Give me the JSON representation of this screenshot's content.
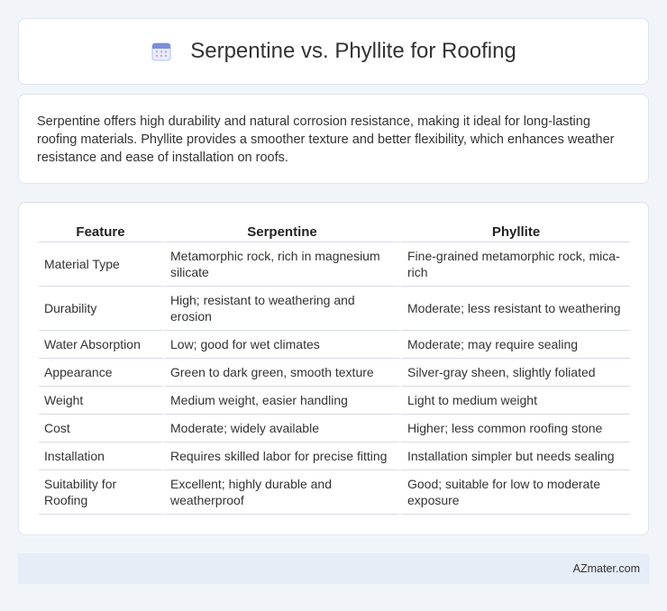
{
  "header": {
    "title": "Serpentine vs. Phyllite for Roofing",
    "icon": "calendar-icon"
  },
  "intro": {
    "text": "Serpentine offers high durability and natural corrosion resistance, making it ideal for long-lasting roofing materials. Phyllite provides a smoother texture and better flexibility, which enhances weather resistance and ease of installation on roofs."
  },
  "table": {
    "headers": [
      "Feature",
      "Serpentine",
      "Phyllite"
    ],
    "rows": [
      [
        "Material Type",
        "Metamorphic rock, rich in magnesium silicate",
        "Fine-grained metamorphic rock, mica-rich"
      ],
      [
        "Durability",
        "High; resistant to weathering and erosion",
        "Moderate; less resistant to weathering"
      ],
      [
        "Water Absorption",
        "Low; good for wet climates",
        "Moderate; may require sealing"
      ],
      [
        "Appearance",
        "Green to dark green, smooth texture",
        "Silver-gray sheen, slightly foliated"
      ],
      [
        "Weight",
        "Medium weight, easier handling",
        "Light to medium weight"
      ],
      [
        "Cost",
        "Moderate; widely available",
        "Higher; less common roofing stone"
      ],
      [
        "Installation",
        "Requires skilled labor for precise fitting",
        "Installation simpler but needs sealing"
      ],
      [
        "Suitability for Roofing",
        "Excellent; highly durable and weatherproof",
        "Good; suitable for low to moderate exposure"
      ]
    ]
  },
  "footer": {
    "source": "AZmater.com"
  },
  "colors": {
    "accent": "#7b8fd8",
    "background": "#f1f4f9",
    "footer_bg": "#e6edf7"
  }
}
